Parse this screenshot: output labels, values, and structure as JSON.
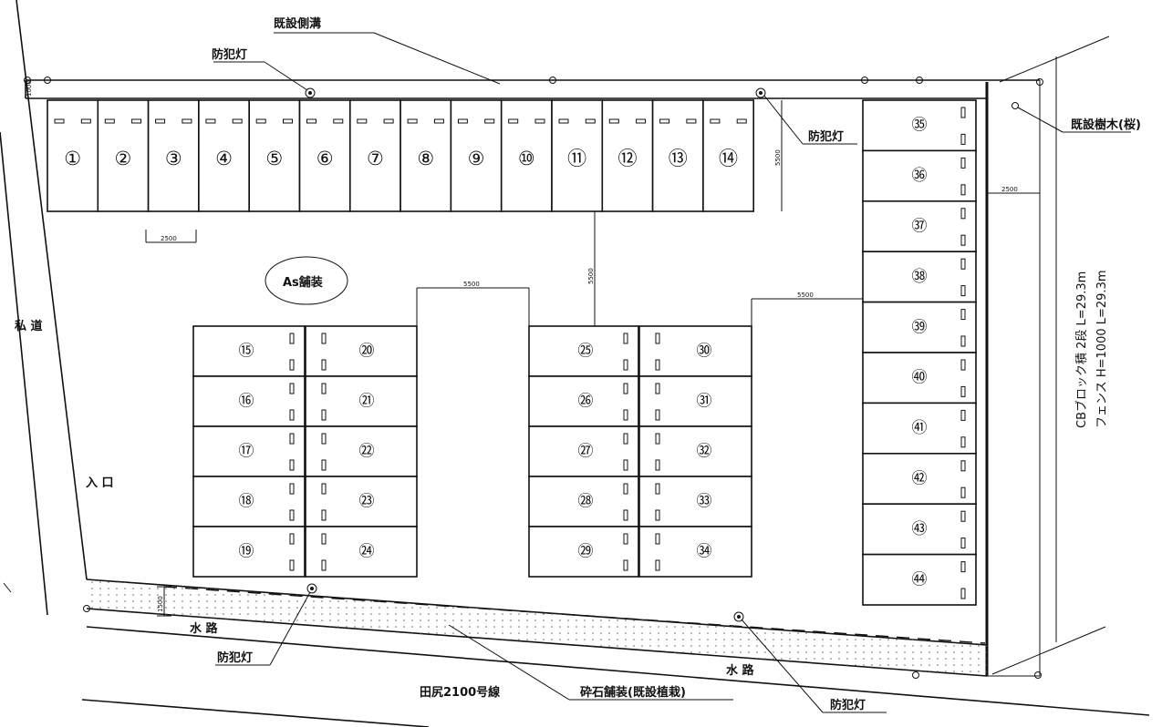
{
  "labels": {
    "existing_ditch": "既設側溝",
    "crime_light": "防犯灯",
    "existing_tree": "既設樹木(桜)",
    "as_paving": "As舗装",
    "private_road": "私 道",
    "entrance": "入 口",
    "waterway": "水 路",
    "gravel_paving": "砕石舗装(既設植栽)",
    "road_name": "田尻2100号線",
    "cb_block": "CBブロック積 2段 L=29.3m",
    "fence": "フェンス H=1000 L=29.3m"
  },
  "dimensions": {
    "d1000": "1000",
    "d2500": "2500",
    "d5500": "5500",
    "d1500": "1500"
  },
  "spaces": [
    "①",
    "②",
    "③",
    "④",
    "⑤",
    "⑥",
    "⑦",
    "⑧",
    "⑨",
    "⑩",
    "⑪",
    "⑫",
    "⑬",
    "⑭",
    "⑮",
    "⑯",
    "⑰",
    "⑱",
    "⑲",
    "⑳",
    "㉑",
    "㉒",
    "㉓",
    "㉔",
    "㉕",
    "㉖",
    "㉗",
    "㉘",
    "㉙",
    "㉚",
    "㉛",
    "㉜",
    "㉝",
    "㉞",
    "㉟",
    "㊱",
    "㊲",
    "㊳",
    "㊴",
    "㊵",
    "㊶",
    "㊷",
    "㊸",
    "㊹"
  ]
}
